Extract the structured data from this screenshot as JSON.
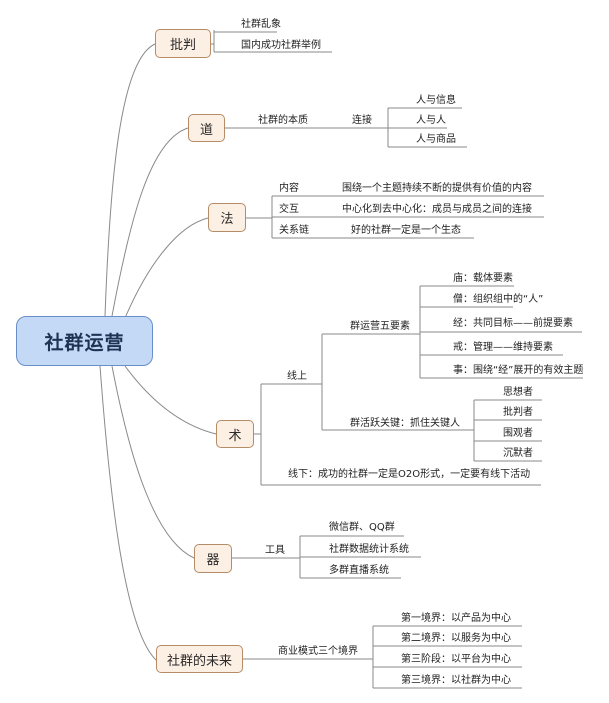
{
  "root": "社群运营",
  "branches": {
    "pipan": {
      "label": "批判",
      "items": [
        "社群乱象",
        "国内成功社群举例"
      ]
    },
    "dao": {
      "label": "道",
      "sub": "社群的本质",
      "sub2": "连接",
      "items": [
        "人与信息",
        "人与人",
        "人与商品"
      ]
    },
    "fa": {
      "label": "法",
      "rows": [
        {
          "key": "内容",
          "value": "围绕一个主题持续不断的提供有价值的内容"
        },
        {
          "key": "交互",
          "value": "中心化到去中心化：成员与成员之间的连接"
        },
        {
          "key": "关系链",
          "value": "好的社群一定是一个生态"
        }
      ]
    },
    "shu": {
      "label": "术",
      "online": "线上",
      "five_title": "群运营五要素",
      "five": [
        "庙：载体要素",
        "僧：组织组中的“人”",
        "经：共同目标——前提要素",
        "戒：管理——维持要素",
        "事：围绕“经”展开的有效主题"
      ],
      "active_title": "群活跃关键：抓住关键人",
      "active": [
        "思想者",
        "批判者",
        "围观者",
        "沉默者"
      ],
      "offline": "线下：成功的社群一定是O2O形式，一定要有线下活动"
    },
    "qi": {
      "label": "器",
      "sub": "工具",
      "items": [
        "微信群、QQ群",
        "社群数据统计系统",
        "多群直播系统"
      ]
    },
    "future": {
      "label": "社群的未来",
      "sub": "商业模式三个境界",
      "items": [
        "第一境界：以产品为中心",
        "第二境界：以服务为中心",
        "第三阶段：以平台为中心",
        "第三境界：以社群为中心"
      ]
    }
  }
}
